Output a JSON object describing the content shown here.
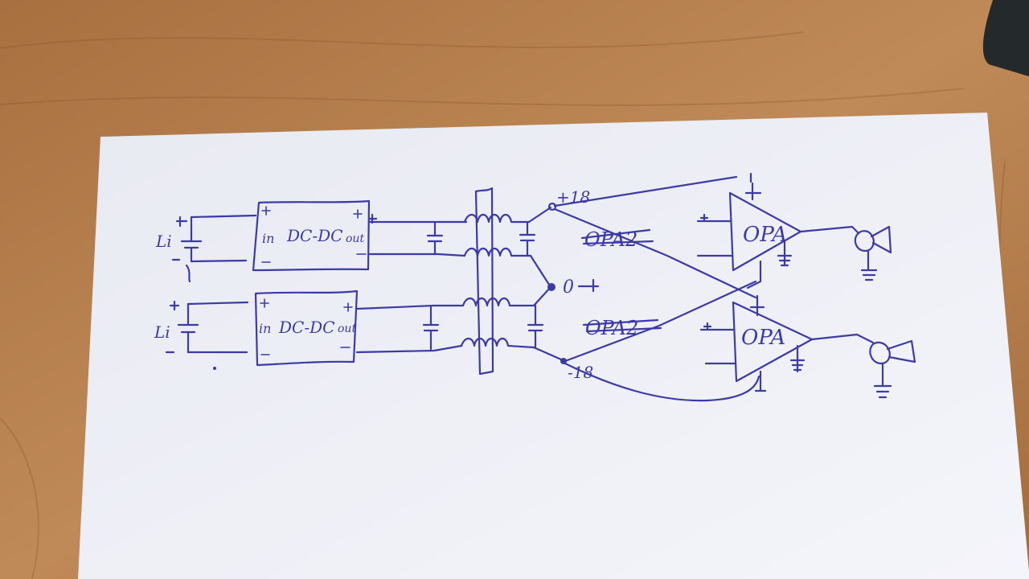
{
  "sheet": {
    "labels": {
      "battery_top": "Li",
      "battery_bottom": "Li",
      "in_top": "in",
      "in_bottom": "in",
      "dcdc_top": "DC-DC",
      "dcdc_bottom": "DC-DC",
      "out_top": "out",
      "out_bottom": "out",
      "volt_top": "+18",
      "volt_mid": "0",
      "volt_bottom": "-18",
      "opa_crossed_top": "OPA2",
      "opa_crossed_bottom": "OPA2",
      "opa_top": "OPA",
      "opa_bottom": "OPA"
    }
  },
  "colors": {
    "ink": "#3d3aa6",
    "paper": "#eef0f6",
    "table": "#b07a4a"
  }
}
